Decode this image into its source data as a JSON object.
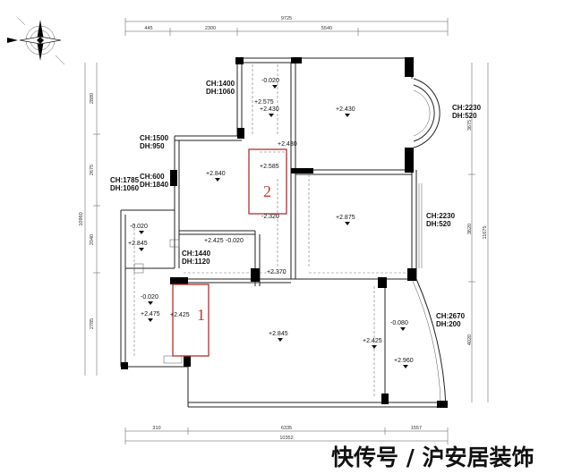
{
  "annotations": [
    {
      "id": "a1",
      "ch": "CH:1400",
      "dh": "DH:1060"
    },
    {
      "id": "a2",
      "ch": "CH:1500",
      "dh": "DH:950"
    },
    {
      "id": "a3",
      "ch": "CH:600",
      "dh": "DH:1840"
    },
    {
      "id": "a4",
      "ch": "CH:1785",
      "dh": "DH:1060"
    },
    {
      "id": "a5",
      "ch": "CH:1440",
      "dh": "DH:1120"
    },
    {
      "id": "a6",
      "ch": "CH:2230",
      "dh": "DH:520"
    },
    {
      "id": "a7",
      "ch": "CH:2230",
      "dh": "DH:520"
    },
    {
      "id": "a8",
      "ch": "CH:2670",
      "dh": "DH:200"
    }
  ],
  "levels": [
    "-0.020",
    "+2.575",
    "+2.430",
    "+2.430",
    "+2.430",
    "+2.585",
    "+2.840",
    "-0.020",
    "+2.845",
    "+2.425",
    "-0.020",
    "+2.875",
    "-2.320",
    "+2.370",
    "-0.020",
    "+2.475",
    "+2.425",
    "+2.845",
    "+2.425",
    "-0.080",
    "+2.960"
  ],
  "dimensions": {
    "top_total": "9725",
    "top_segments": [
      "445",
      "2300",
      "5540"
    ],
    "bottom_segments": [
      "310",
      "6335",
      "1557"
    ],
    "bottom_total": "10352",
    "left_segments": [
      "2880",
      "2675",
      "2040",
      "2785"
    ],
    "left_total": "10960",
    "right_segments": [
      "3675",
      "3620",
      "4020"
    ],
    "right_total": "11675"
  },
  "markers": [
    "1",
    "2"
  ],
  "watermark": "快传号 / 沪安居装饰"
}
